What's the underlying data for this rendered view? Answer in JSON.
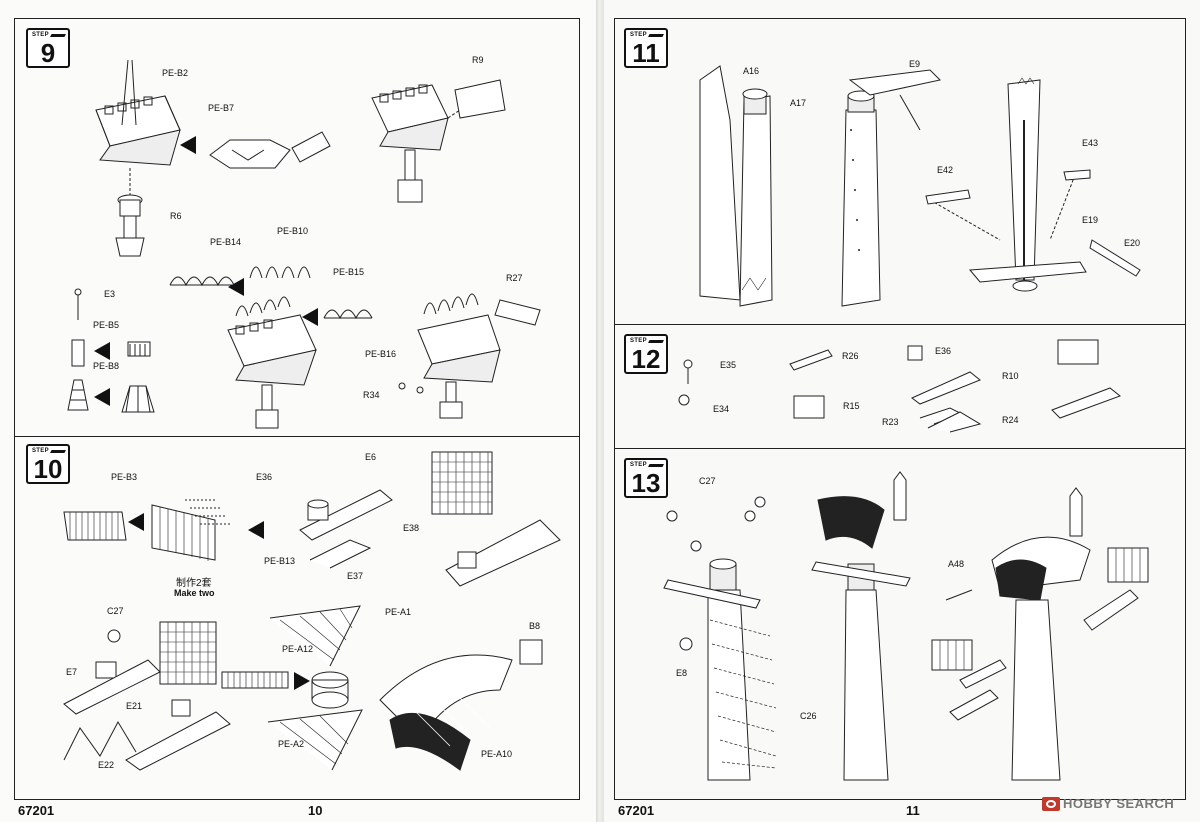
{
  "manual": {
    "left_page": {
      "catalog_no": "67201",
      "page_no": "10",
      "steps": [
        {
          "label": "STEP",
          "number": "9",
          "parts": [
            "PE-B2",
            "PE-B7",
            "R9",
            "R6",
            "PE-B14",
            "PE-B10",
            "PE-B15",
            "R27",
            "E3",
            "PE-B5",
            "PE-B8",
            "PE-B16",
            "R34"
          ]
        },
        {
          "label": "STEP",
          "number": "10",
          "parts": [
            "PE-B3",
            "E36",
            "E6",
            "E38",
            "PE-B13",
            "E37",
            "C27",
            "PE-A1",
            "PE-A12",
            "B8",
            "E7",
            "E21",
            "E22",
            "PE-A2",
            "PE-A10"
          ],
          "note_cn": "制作2套",
          "note_en": "Make two"
        }
      ]
    },
    "right_page": {
      "catalog_no": "67201",
      "page_no": "11",
      "steps": [
        {
          "label": "STEP",
          "number": "11",
          "parts": [
            "A16",
            "A17",
            "E9",
            "E43",
            "E42",
            "E19",
            "E20"
          ]
        },
        {
          "label": "STEP",
          "number": "12",
          "parts": [
            "E35",
            "R26",
            "E36",
            "R10",
            "E34",
            "R15",
            "R23",
            "R24"
          ]
        },
        {
          "label": "STEP",
          "number": "13",
          "parts": [
            "C27",
            "A48",
            "E8",
            "C26"
          ]
        }
      ]
    }
  },
  "watermark": {
    "text": "HOBBY SEARCH",
    "icon": "hobby-search-logo"
  }
}
